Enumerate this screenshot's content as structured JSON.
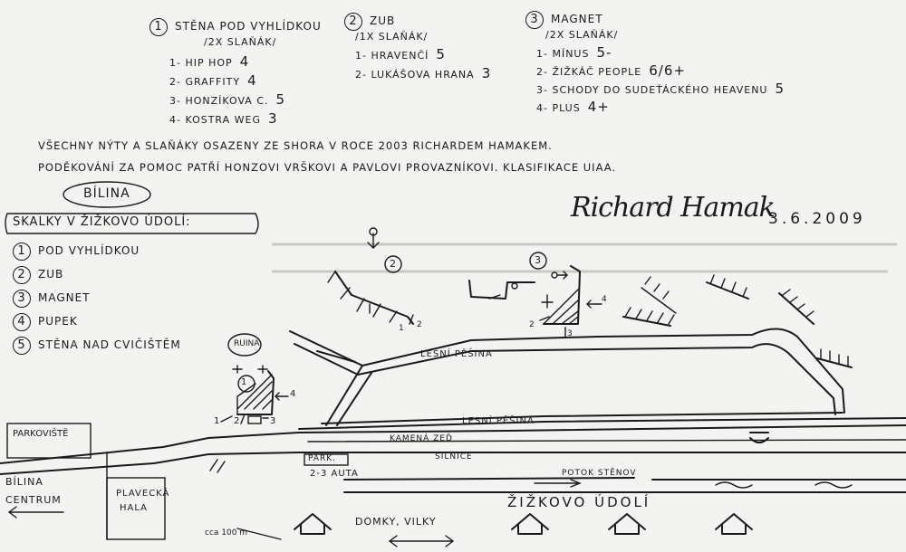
{
  "sectors": [
    {
      "num": "1",
      "title": "STĚNA POD VYHLÍDKOU",
      "subtitle": "/2X SLAŇÁK/",
      "routes": [
        {
          "label": "1- HIP HOP",
          "grade": "4"
        },
        {
          "label": "2- GRAFFITY",
          "grade": "4"
        },
        {
          "label": "3- HONZÍKOVA C.",
          "grade": "5"
        },
        {
          "label": "4- KOSTRA WEG",
          "grade": "3"
        }
      ]
    },
    {
      "num": "2",
      "title": "ZUB",
      "subtitle": "/1X SLAŇÁK/",
      "routes": [
        {
          "label": "1- HRAVENČÍ",
          "grade": "5"
        },
        {
          "label": "2- LUKÁŠOVA HRANA",
          "grade": "3"
        }
      ]
    },
    {
      "num": "3",
      "title": "MAGNET",
      "subtitle": "/2X SLAŇÁK/",
      "routes": [
        {
          "label": "1- MÍNUS",
          "grade": "5-"
        },
        {
          "label": "2- ŽIŽKÁČ PEOPLE",
          "grade": "6/6+"
        },
        {
          "label": "3- SCHODY DO SUDEŤÁCKÉHO HEAVENU",
          "grade": "5"
        },
        {
          "label": "4- PLUS",
          "grade": "4+"
        }
      ]
    }
  ],
  "note_line1": "VŠECHNY NÝTY A SLAŇÁKY OSAZENY ZE SHORA V ROCE 2003 RICHARDEM HAMAKEM.",
  "note_line2": "PODĚKOVÁNÍ ZA POMOC PATŘÍ HONZOVI VRŠKOVI A PAVLOVI PROVAZNÍKOVI. KLASIFIKACE UIAA.",
  "signature": "Richard Hamak",
  "date": "3.6.2009",
  "region": "BÍLINA",
  "legend_title": "SKALKY V ŽIŽKOVO ÚDOLÍ:",
  "legend": [
    {
      "num": "1",
      "label": "POD VYHLÍDKOU"
    },
    {
      "num": "2",
      "label": "ZUB"
    },
    {
      "num": "3",
      "label": "MAGNET"
    },
    {
      "num": "4",
      "label": "PUPEK"
    },
    {
      "num": "5",
      "label": "STĚNA NAD CVIČIŠTĚM"
    }
  ],
  "map_labels": {
    "ruina": "RUINA",
    "lesni_pesina_upper": "LESNÍ PĚŠINA",
    "lesni_pesina_lower": "LESNÍ PĚŠINA",
    "kamena_zed": "KAMENÁ ZEĎ",
    "silnice": "SILNICE",
    "potok": "POTOK STĚNOV",
    "parkoviste": "PARKOVIŠTĚ",
    "park": "PARK.",
    "park_capacity": "2-3 AUTA",
    "bilina": "BÍLINA",
    "centrum": "CENTRUM",
    "plavecka": "PLAVECKÁ",
    "hala": "HALA",
    "valley": "ŽIŽKOVO ÚDOLÍ",
    "domky": "DOMKY, VILKY",
    "scale": "cca 100 m"
  },
  "route_marks": {
    "s1": [
      "1",
      "2",
      "3",
      "4"
    ],
    "s2": [
      "1",
      "2"
    ],
    "s3": [
      "2",
      "3",
      "4"
    ]
  },
  "sector_marks": [
    "1",
    "2",
    "3"
  ]
}
